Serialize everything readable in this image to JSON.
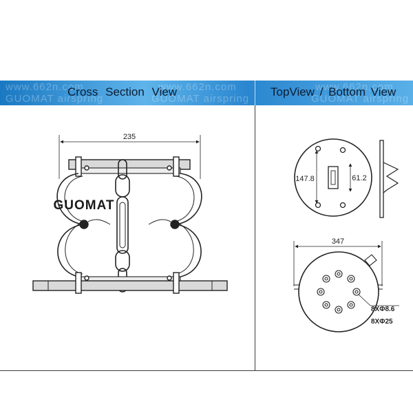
{
  "header": {
    "left_title": "Cross  Section  View",
    "right_title": "TopView / Bottom  View",
    "watermarks": [
      "www.662n.com",
      "GUOMAT airspring",
      "www.662n.com",
      "GUOMAT airspring",
      "www.662n.com",
      "GUOMAT airspring"
    ]
  },
  "cross_section": {
    "brand": "GUOMAT",
    "width_dim": "235"
  },
  "top_view": {
    "height_dim": "147.8",
    "slot_dim": "61.2"
  },
  "bottom_view": {
    "diameter_dim": "347",
    "hole_note_1": "8XΦ8.6",
    "hole_note_2": "8XΦ25"
  }
}
